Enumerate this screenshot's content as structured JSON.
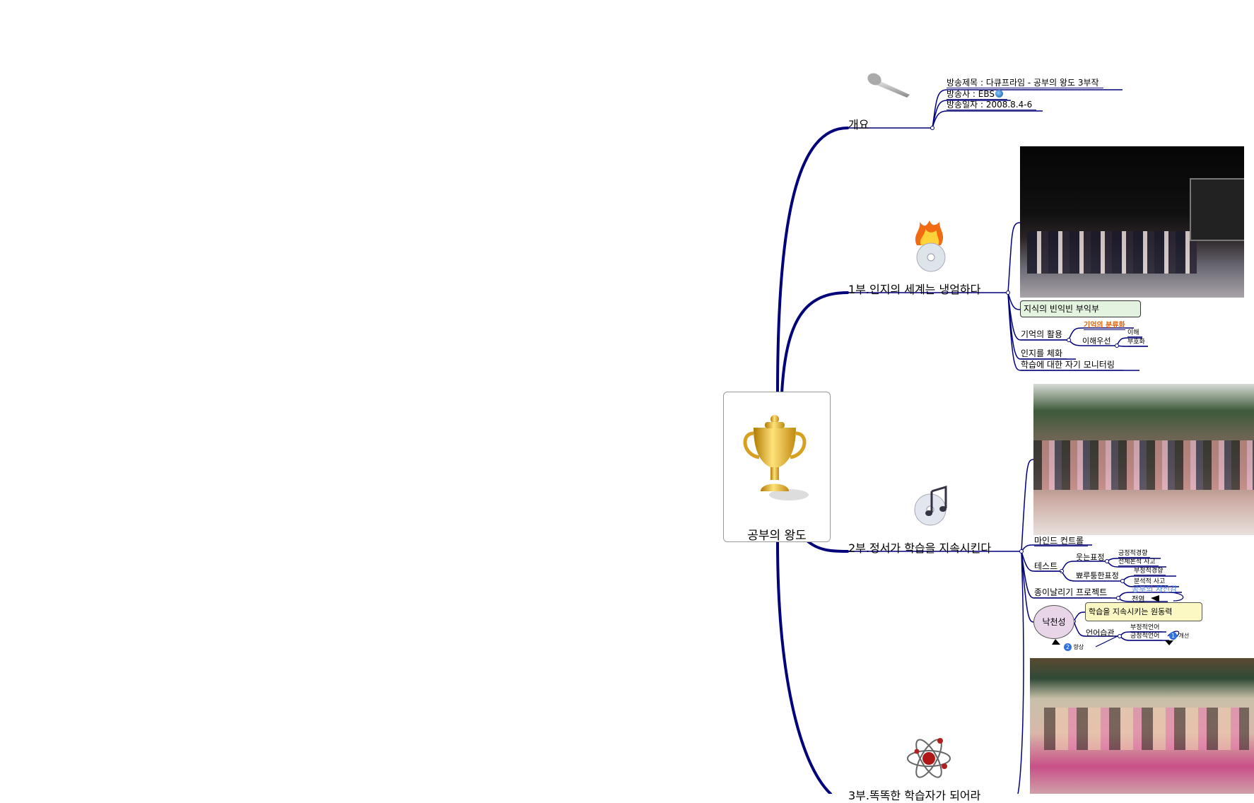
{
  "central": {
    "label": "공부의 왕도",
    "icon": "trophy-icon"
  },
  "branches": [
    {
      "label": "개요",
      "icon": "microphone-icon",
      "children": [
        "방송제목 : 다큐프라임 - 공부의 왕도 3부작",
        "방송사 : EBS",
        "방송일자 : 2008.8.4-6"
      ]
    },
    {
      "label": "1부.인지의 세계는 냉엄하다",
      "icon": "burning-cd-icon",
      "callout": "지식의 빈익빈 부익부",
      "memory": {
        "label": "기억의 활용",
        "classify": "기억의 분류화",
        "understand": "이해우선",
        "understand_children": [
          "이해",
          "부호화"
        ]
      },
      "children": [
        "인지를 체화",
        "학습에 대한 자기 모니터링"
      ]
    },
    {
      "label": "2부.정서가 학습을 지속시킨다",
      "icon": "music-cd-icon",
      "mind_control": "마인드 컨트롤",
      "test": {
        "label": "테스트",
        "smile": {
          "label": "웃는표정",
          "children": [
            "긍정적경향",
            "전체론적 사고"
          ]
        },
        "pout": {
          "label": "뾰루퉁한표정",
          "children": [
            "부정적경향",
            "분석적 사고"
          ]
        }
      },
      "paper": {
        "label": "종이날리기 프로젝트",
        "children": [
          "공부의 자신감",
          "전염"
        ]
      },
      "optimism": {
        "label": "낙천성",
        "callout": "학습을 지속시키는 원동력",
        "habit": {
          "label": "언어습관",
          "children": [
            "부정적언어",
            "긍정적언어"
          ]
        },
        "badge1": {
          "num": "1",
          "label": "개선"
        },
        "badge2": {
          "num": "2",
          "label": "향상"
        }
      }
    },
    {
      "label": "3부.똑똑한 학습자가 되어라",
      "icon": "atom-icon"
    }
  ],
  "colors": {
    "branch": "#00007a",
    "classify": "#e0620a",
    "confidence": "#4a7fe0",
    "callout_green": "#e3f3e0",
    "callout_yellow": "#fbf8c4",
    "optimism_fill": "#e8d6e8"
  }
}
